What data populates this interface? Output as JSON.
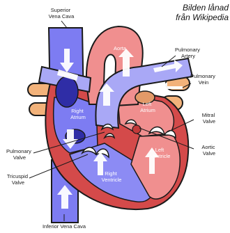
{
  "credit": {
    "line1": "Bilden lånad",
    "line2": "från Wikipedia"
  },
  "labels": {
    "superior_vena_cava": [
      "Superior",
      "Vena Cava"
    ],
    "aorta": [
      "Aorta"
    ],
    "pulmonary_artery": [
      "Pulmonary",
      "Artery"
    ],
    "pulmonary_vein": [
      "Pulmonary",
      "Vein"
    ],
    "right_atrium": [
      "Right",
      "Atrium"
    ],
    "left_atrium": [
      "Left",
      "Atrium"
    ],
    "mitral_valve": [
      "Mitral",
      "Valve"
    ],
    "aortic_valve": [
      "Aortic",
      "Valve"
    ],
    "left_ventricle": [
      "Left",
      "Ventricle"
    ],
    "right_ventricle": [
      "Right",
      "Ventricle"
    ],
    "pulmonary_valve": [
      "Pulmonary",
      "Valve"
    ],
    "tricuspid_valve": [
      "Tricuspid",
      "Valve"
    ],
    "inferior_vena_cava": [
      "Inferior Vena Cava"
    ]
  },
  "colors": {
    "deoxygenated": "#7d7cf2",
    "deoxygenated_light": "#a9a8f6",
    "oxygenated": "#f08f8f",
    "heart_wall": "#d44a4a",
    "outline": "#1a1a1a",
    "vein_tan": "#f2b27a",
    "arrow": "#ffffff"
  }
}
